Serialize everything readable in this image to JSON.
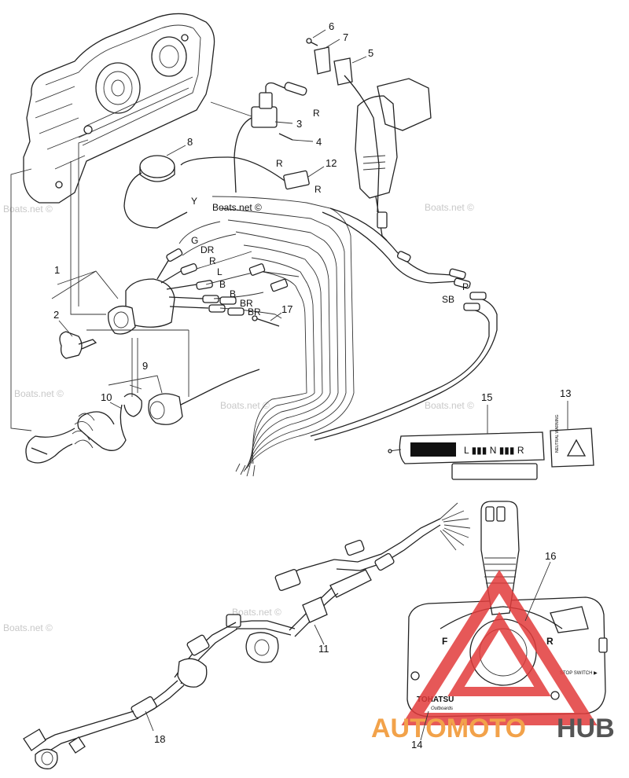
{
  "diagram": {
    "part_numbers": [
      "1",
      "2",
      "3",
      "4",
      "5",
      "6",
      "7",
      "8",
      "9",
      "10",
      "11",
      "12",
      "13",
      "14",
      "15",
      "16",
      "17",
      "18"
    ],
    "wire_labels": {
      "r_top": "R",
      "r_mid": "R",
      "r_right": "R",
      "y": "Y",
      "g": "G",
      "dr": "DR",
      "r_low": "R",
      "l": "L",
      "b1": "B",
      "b2": "B",
      "br1": "BR",
      "br2": "BR",
      "p": "P",
      "sb": "SB"
    },
    "watermarks": {
      "center": "Boats.net ©",
      "repeat": "Boats.net ©"
    },
    "remote_control": {
      "brand": "TOHATSU",
      "brand_sub": "Outboards",
      "forward_mark": "F",
      "reverse_mark": "R",
      "stop_switch": "STOP SWITCH ▶"
    },
    "trim_meter": {
      "scale": "L ▮▮▮ N ▮▮▮ R",
      "badge": "NEUTRAL WARNING"
    },
    "logo": {
      "part1": "AUTOMOTO",
      "part2": "HUB",
      "color1": "#f2a24a",
      "color2": "#555555",
      "triangle_color": "#e23b3b"
    }
  }
}
